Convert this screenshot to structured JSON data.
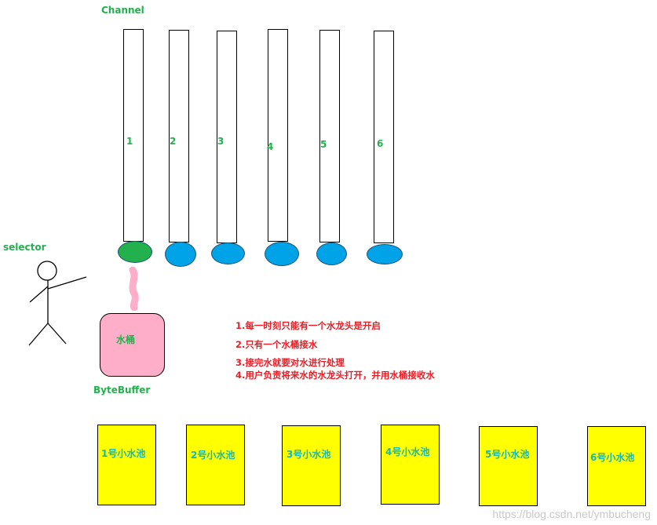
{
  "labels": {
    "channel": "Channel",
    "selector": "selector",
    "bytebuffer": "ByteBuffer",
    "bucket": "水桶"
  },
  "pipes": [
    {
      "num": "1",
      "tap_color": "#22b14c"
    },
    {
      "num": "2",
      "tap_color": "#00a2e8"
    },
    {
      "num": "3",
      "tap_color": "#00a2e8"
    },
    {
      "num": "4",
      "tap_color": "#00a2e8"
    },
    {
      "num": "5",
      "tap_color": "#00a2e8"
    },
    {
      "num": "6",
      "tap_color": "#00a2e8"
    }
  ],
  "notes": [
    "1.每一时刻只能有一个水龙头是开启",
    "2.只有一个水桶接水",
    "3.接完水就要对水进行处理",
    "4.用户负责将来水的水龙头打开，并用水桶接收水"
  ],
  "pools": [
    "1号小水池",
    "2号小水池",
    "3号小水池",
    "4号小水池",
    "5号小水池",
    "6号小水池"
  ],
  "watermark": "https://blog.csdn.net/ymbucheng",
  "colors": {
    "label_green": "#22b14c",
    "tap_blue": "#00a2e8",
    "bucket_pink": "#ffaec9",
    "pool_yellow": "#ffff00",
    "note_red": "#ed1c24",
    "pool_text_teal": "#15b8b8"
  }
}
